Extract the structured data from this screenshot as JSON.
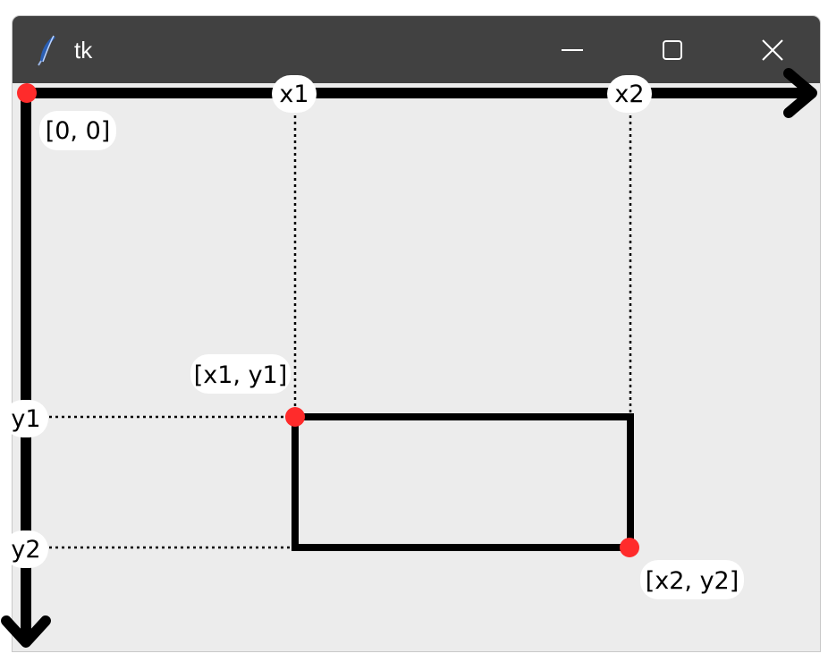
{
  "window": {
    "title": "tk",
    "controls": {
      "minimize_icon": "minimize-icon",
      "maximize_icon": "maximize-icon",
      "close_icon": "close-icon"
    }
  },
  "diagram": {
    "axis_x_labels": [
      "x1",
      "x2"
    ],
    "axis_y_labels": [
      "y1",
      "y2"
    ],
    "point_labels": {
      "origin": "[0, 0]",
      "top_left": "[x1, y1]",
      "bottom_right": "[x2, y2]"
    },
    "colors": {
      "titlebar": "#414141",
      "canvas": "#ececec",
      "axis": "#000000",
      "point": "#ff2b2b",
      "label_bg": "#ffffff"
    }
  }
}
